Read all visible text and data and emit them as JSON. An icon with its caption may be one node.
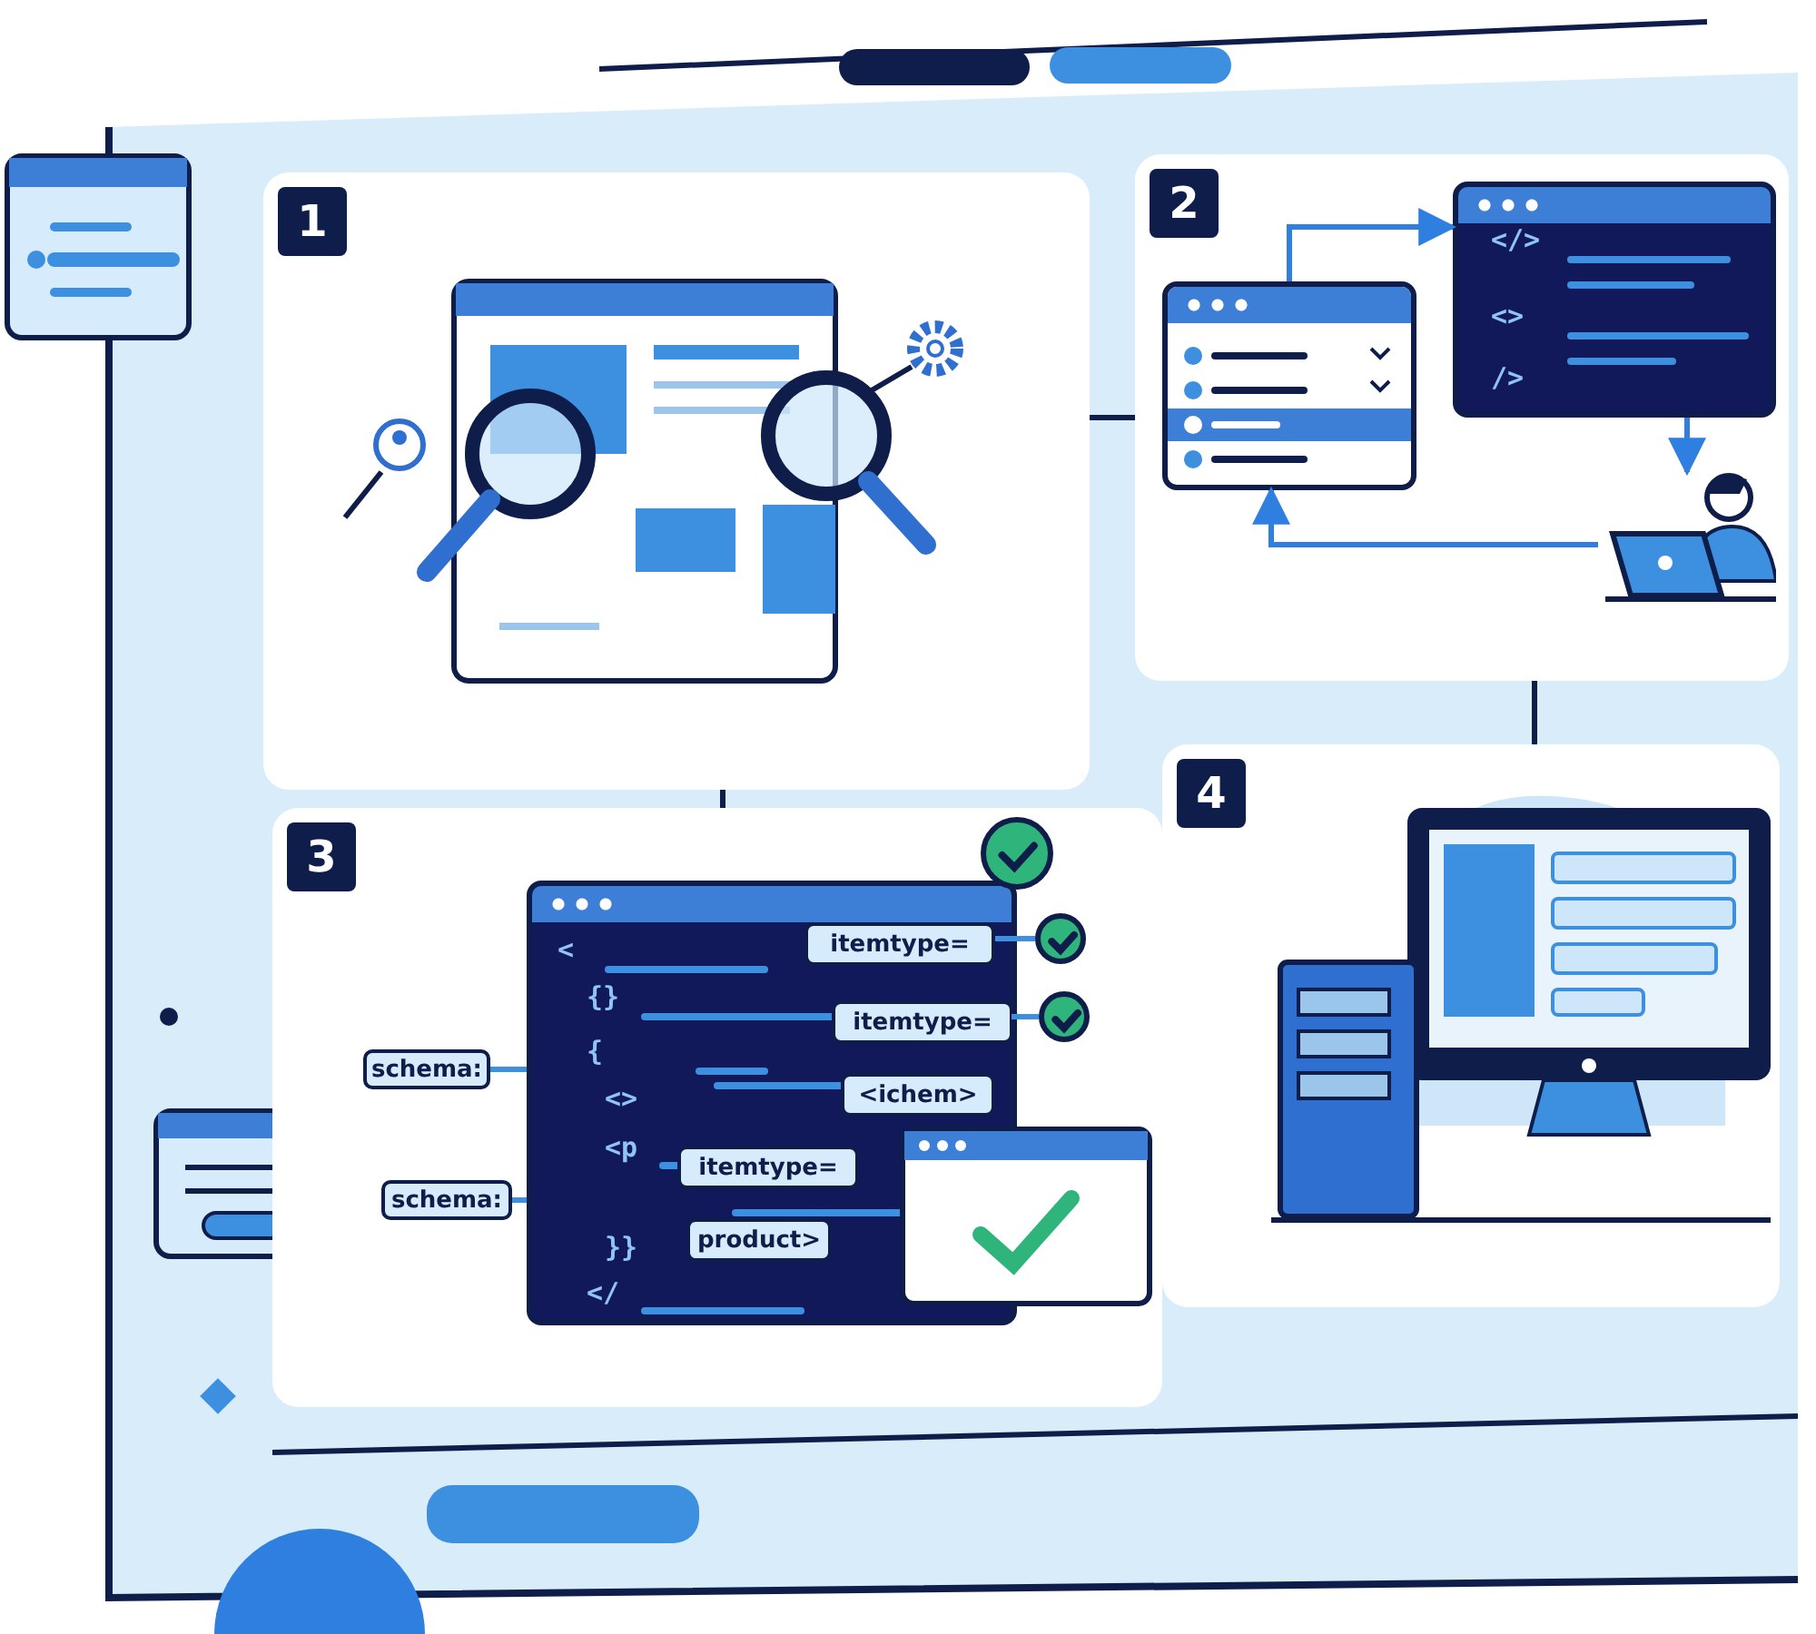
{
  "diagram": {
    "nodes": [
      {
        "text": [
          "1"
        ]
      },
      {
        "text": [
          "2"
        ]
      },
      {
        "text": [],
        "shape": "box",
        "in": 1
      },
      {
        "text": [
          "</>",
          "<>",
          "/>"
        ],
        "in": 1
      },
      {
        "text": [],
        "shape": "picture",
        "in": 1
      },
      {
        "text": [
          "3"
        ]
      },
      {
        "text": [
          "<",
          "{}",
          "{",
          "<>",
          "<p",
          "}}",
          "</"
        ],
        "in": 5
      },
      {
        "text": [],
        "shape": "circle",
        "in": 5
      },
      {
        "text": [
          "itemtype="
        ],
        "in": 6
      },
      {
        "text": [],
        "shape": "circle",
        "in": 5
      },
      {
        "text": [
          "itemtype="
        ],
        "in": 6
      },
      {
        "text": [],
        "shape": "circle",
        "in": 5
      },
      {
        "text": [
          "<ichem>"
        ],
        "in": 6
      },
      {
        "text": [
          "schema:"
        ],
        "in": 5
      },
      {
        "text": [
          "itemtype="
        ],
        "in": 6
      },
      {
        "text": [
          "schema:"
        ],
        "in": 5
      },
      {
        "text": [
          "product>"
        ],
        "in": 6
      },
      {
        "text": [
          "4"
        ]
      }
    ],
    "edges": [
      {
        "from": 2,
        "to": 3,
        "arrow": "to"
      },
      {
        "from": 3,
        "to": 4,
        "arrow": "to"
      },
      {
        "from": 4,
        "to": 2,
        "arrow": "to"
      },
      {
        "from": 8,
        "to": 9,
        "arrow": "none"
      },
      {
        "from": 10,
        "to": 11,
        "arrow": "none"
      },
      {
        "from": 13,
        "to": 6,
        "arrow": "none"
      },
      {
        "from": 15,
        "to": 6,
        "arrow": "none"
      }
    ]
  }
}
